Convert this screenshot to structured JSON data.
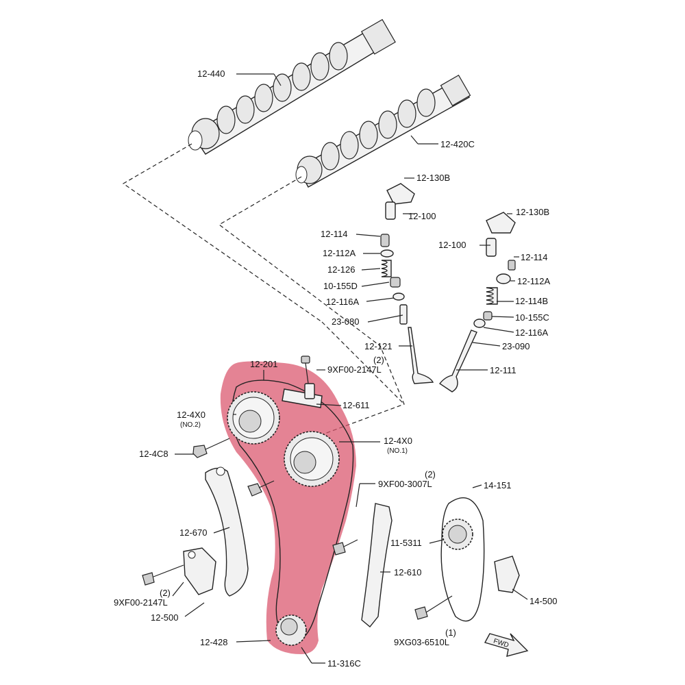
{
  "labels": {
    "camshaft_exhaust": "12-440",
    "camshaft_intake": "12-420C",
    "rocker_1": "12-130B",
    "lash_1": "12-100",
    "rocker_2": "12-130B",
    "lash_2": "12-100",
    "key_1": "12-114",
    "retainer_1": "12-112A",
    "spring_1": "12-126",
    "seal_1": "10-155D",
    "seat_1": "12-116A",
    "guide_1": "23-080",
    "valve_1": "12-121",
    "key_2": "12-114",
    "retainer_2": "12-112A",
    "spring_2": "12-114B",
    "seal_2": "10-155C",
    "seat_2": "12-116A",
    "guide_2": "23-090",
    "valve_2": "12-111",
    "chain": "12-201",
    "bolt_top": "9XF00-2147L",
    "bolt_top_qty": "(2)",
    "chain_guide_top": "12-611",
    "sprocket_no2": "12-4X0",
    "sprocket_no2_sub": "(NO.2)",
    "sprocket_no1": "12-4X0",
    "sprocket_no1_sub": "(NO.1)",
    "bolt_sprocket": "12-4C8",
    "bolt_guide": "9XF00-3007L",
    "bolt_guide_qty": "(2)",
    "tensioner_arm": "12-670",
    "bolt_tensioner": "9XF00-2147L",
    "bolt_tensioner_qty": "(2)",
    "tensioner": "12-500",
    "chain_guide": "12-610",
    "guide_rail": "12-428",
    "crank_sprocket": "11-316C",
    "aux_chain": "14-151",
    "aux_sprocket": "11-5311",
    "aux_tensioner": "14-500",
    "bolt_aux": "9XG03-6510L",
    "bolt_aux_qty": "(1)",
    "fwd_arrow": "FWD"
  },
  "highlight_color": "#d9536b",
  "highlight_opacity": 0.72
}
